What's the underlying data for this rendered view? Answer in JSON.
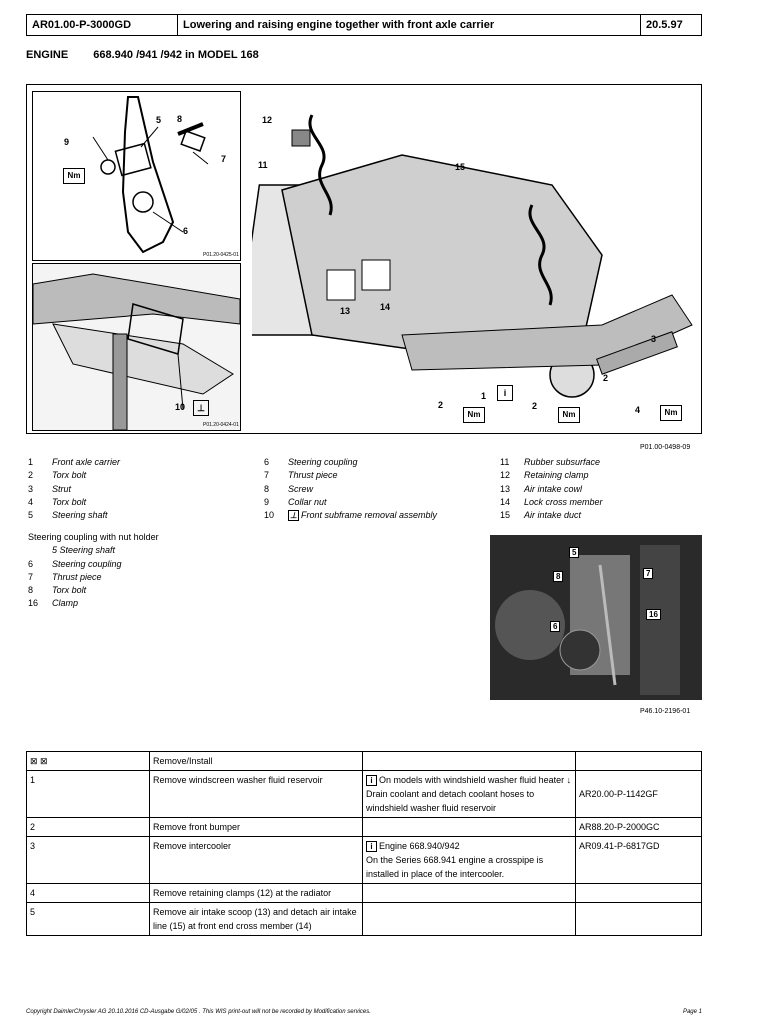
{
  "header": {
    "doc_code": "AR01.00-P-3000GD",
    "title": "Lowering and raising engine together with front axle carrier",
    "date": "20.5.97"
  },
  "engine_line": {
    "label": "ENGINE",
    "spec": "668.940 /941 /942 in MODEL 168"
  },
  "figure": {
    "code": "P01.00-0498-09",
    "sub1_code": "P01.20-0425-01",
    "sub2_code": "P01.20-0424-01",
    "nm": "Nm",
    "callouts": [
      "1",
      "2",
      "3",
      "4",
      "5",
      "6",
      "7",
      "8",
      "9",
      "10",
      "11",
      "12",
      "13",
      "14",
      "15"
    ]
  },
  "legend_col1": [
    {
      "n": "1",
      "t": "Front axle carrier"
    },
    {
      "n": "2",
      "t": "Torx bolt"
    },
    {
      "n": "3",
      "t": "Strut"
    },
    {
      "n": "4",
      "t": "Torx bolt"
    },
    {
      "n": "5",
      "t": "Steering shaft"
    }
  ],
  "legend_col2": [
    {
      "n": "6",
      "t": "Steering coupling"
    },
    {
      "n": "7",
      "t": "Thrust piece"
    },
    {
      "n": "8",
      "t": "Screw"
    },
    {
      "n": "9",
      "t": "Collar nut"
    },
    {
      "n": "10",
      "t": "Front subframe removal assembly"
    }
  ],
  "legend_col3": [
    {
      "n": "11",
      "t": "Rubber subsurface"
    },
    {
      "n": "12",
      "t": "Retaining clamp"
    },
    {
      "n": "13",
      "t": "Air intake cowl"
    },
    {
      "n": "14",
      "t": "Lock cross member"
    },
    {
      "n": "15",
      "t": "Air intake duct"
    }
  ],
  "coupling": {
    "title": "Steering coupling with nut holder",
    "items": [
      {
        "n": "",
        "t": "5    Steering shaft"
      },
      {
        "n": "6",
        "t": "Steering coupling"
      },
      {
        "n": "7",
        "t": "Thrust piece"
      },
      {
        "n": "8",
        "t": "Torx bolt"
      },
      {
        "n": "16",
        "t": "Clamp"
      }
    ],
    "photo_code": "P46.10-2196-01",
    "photo_labels": [
      "5",
      "8",
      "7",
      "16",
      "6"
    ]
  },
  "steps": {
    "header": "Remove/Install",
    "rows": [
      {
        "n": "1",
        "action": "Remove windscreen washer fluid reservoir",
        "note_i": "On models with windshield washer fluid heater ↓",
        "note": "Drain coolant and detach coolant hoses to windshield washer fluid reservoir",
        "ref": "AR20.00-P-1142GF"
      },
      {
        "n": "2",
        "action": "Remove front bumper",
        "note_i": "",
        "note": "",
        "ref": "AR88.20-P-2000GC"
      },
      {
        "n": "3",
        "action": "Remove intercooler",
        "note_i": "Engine 668.940/942",
        "note": "On the Series 668.941 engine a crosspipe is installed in place of the intercooler.",
        "ref": "AR09.41-P-6817GD"
      },
      {
        "n": "4",
        "action": "Remove retaining clamps (12) at the radiator",
        "note_i": "",
        "note": "",
        "ref": ""
      },
      {
        "n": "5",
        "action": "Remove air intake scoop (13) and detach air intake line (15) at front end cross member (14)",
        "note_i": "",
        "note": "",
        "ref": ""
      }
    ]
  },
  "footer": {
    "copyright": "Copyright DaimlerChrysler AG  20.10.2016 CD-Ausgabe G/02/05 . This WIS print-out will not be recorded by Modification services.",
    "page": "Page 1"
  }
}
